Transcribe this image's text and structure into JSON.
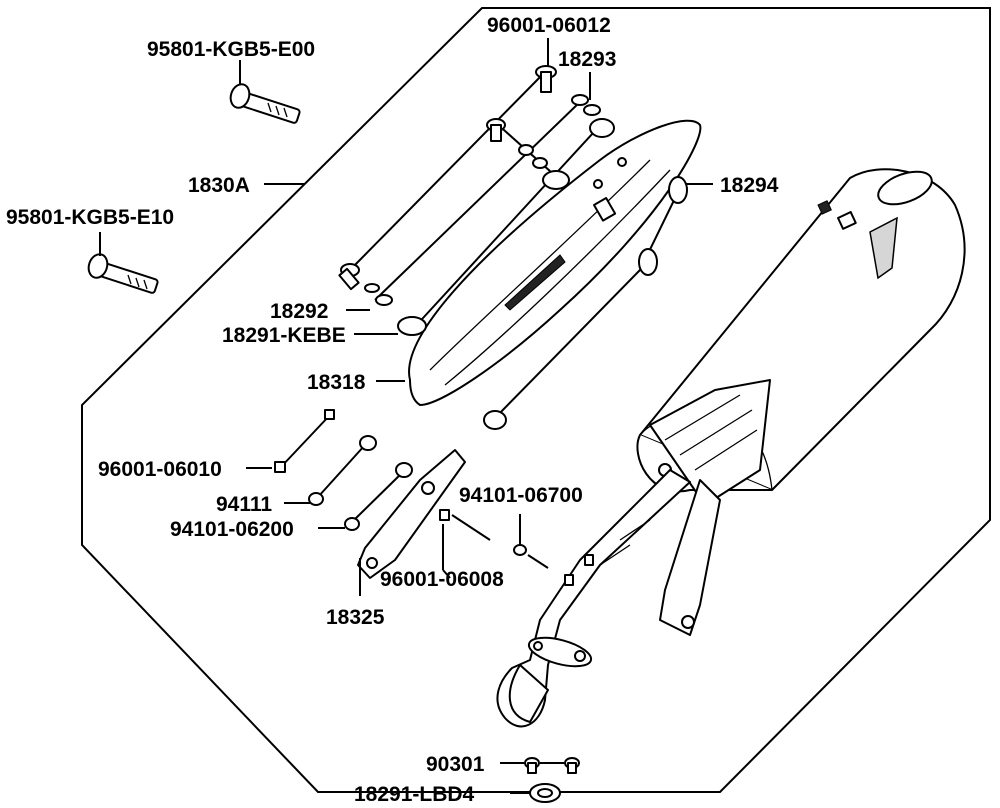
{
  "labels": {
    "p96001_06012": "96001-06012",
    "p18293": "18293",
    "p95801_kgb5_e00": "95801-KGB5-E00",
    "p1830a": "1830A",
    "p18294": "18294",
    "p95801_kgb5_e10": "95801-KGB5-E10",
    "p18292": "18292",
    "p18291_kebe": "18291-KEBE",
    "p18318": "18318",
    "p96001_06010": "96001-06010",
    "p94111": "94111",
    "p94101_06700": "94101-06700",
    "p94101_06200": "94101-06200",
    "p96001_06008": "96001-06008",
    "p18325": "18325",
    "p90301": "90301",
    "p18291_lbd4": "18291-LBD4"
  }
}
